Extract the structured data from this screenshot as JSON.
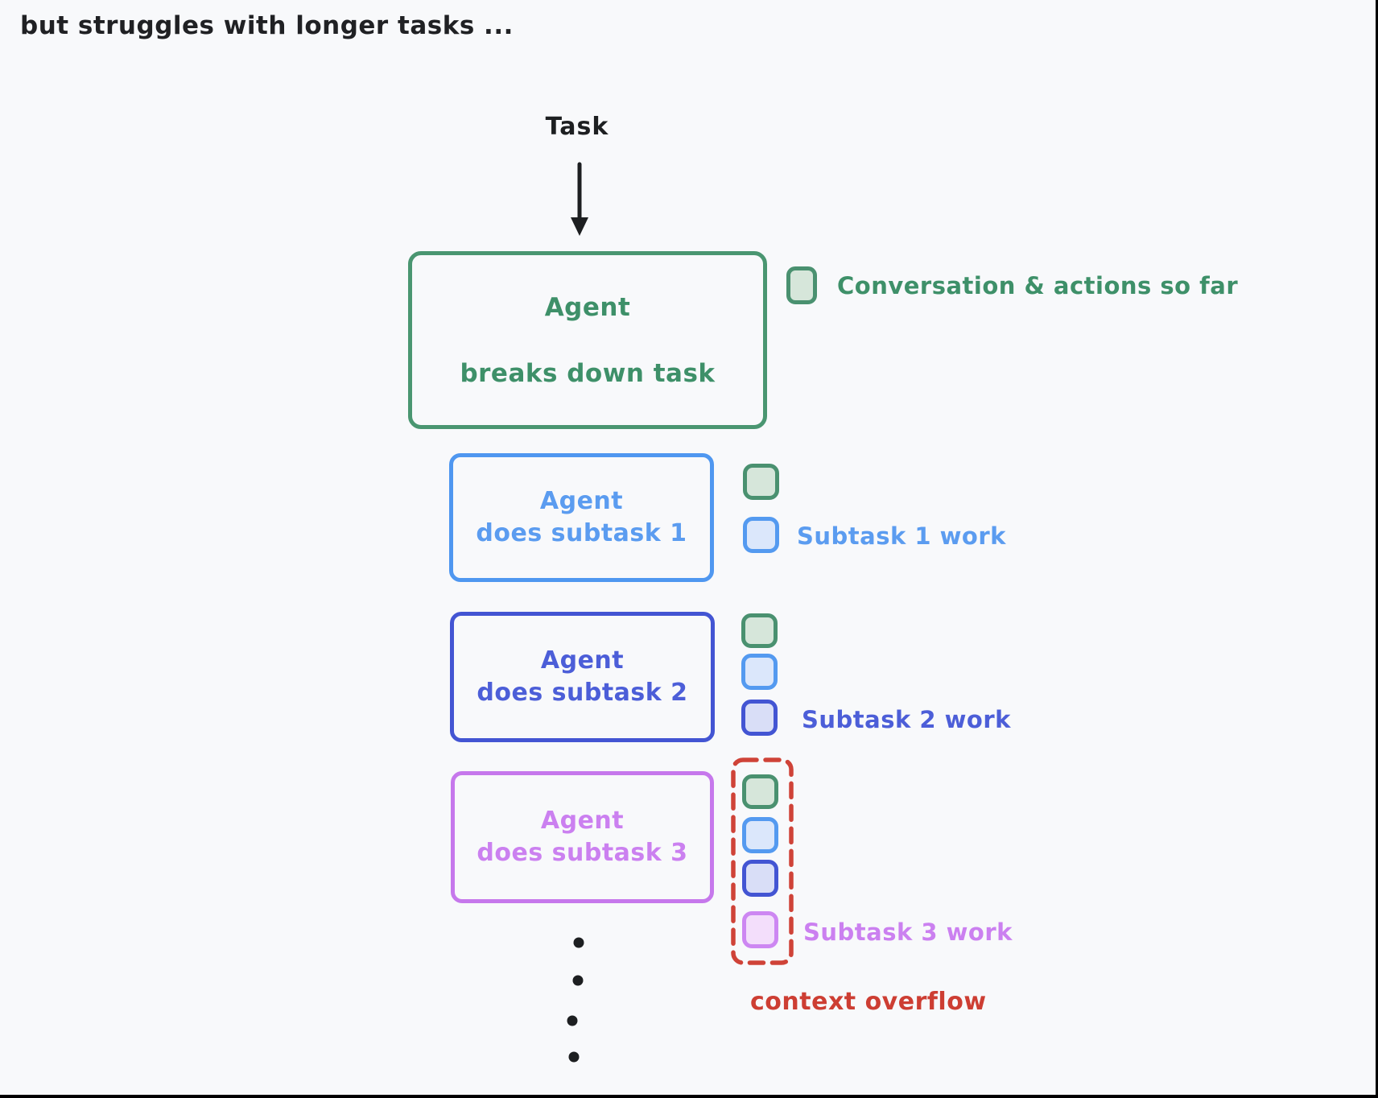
{
  "page": {
    "title": "but struggles with longer tasks ...",
    "background_color": "#f8f9fb",
    "title_color": "#202124"
  },
  "diagram": {
    "task_label": "Task",
    "agent": {
      "line1": "Agent",
      "line2": "breaks down task",
      "color": "#4a9671"
    },
    "legend": {
      "label": "Conversation & actions so far",
      "icon": "conversation-block-icon",
      "color": "#3e9069"
    },
    "subtasks": [
      {
        "line1": "Agent",
        "line2": "does subtask 1",
        "work_label": "Subtask 1 work",
        "color": "#4f97f0",
        "icon_stack": [
          "green",
          "blue"
        ]
      },
      {
        "line1": "Agent",
        "line2": "does subtask 2",
        "work_label": "Subtask 2 work",
        "color": "#4355d3",
        "icon_stack": [
          "green",
          "blue",
          "indigo"
        ]
      },
      {
        "line1": "Agent",
        "line2": "does subtask 3",
        "work_label": "Subtask 3 work",
        "color": "#c678ec",
        "icon_stack": [
          "green",
          "blue",
          "indigo",
          "purple"
        ]
      }
    ],
    "overflow": {
      "label": "context overflow",
      "color": "#cd3e33"
    },
    "ellipsis_dots": 4,
    "block_colors": {
      "green": {
        "border": "#4a9170",
        "fill": "#d6e6da"
      },
      "blue": {
        "border": "#549af0",
        "fill": "#dbe7fb"
      },
      "indigo": {
        "border": "#4355d3",
        "fill": "#d9def7"
      },
      "purple": {
        "border": "#cd87f2",
        "fill": "#f3defb"
      }
    }
  }
}
